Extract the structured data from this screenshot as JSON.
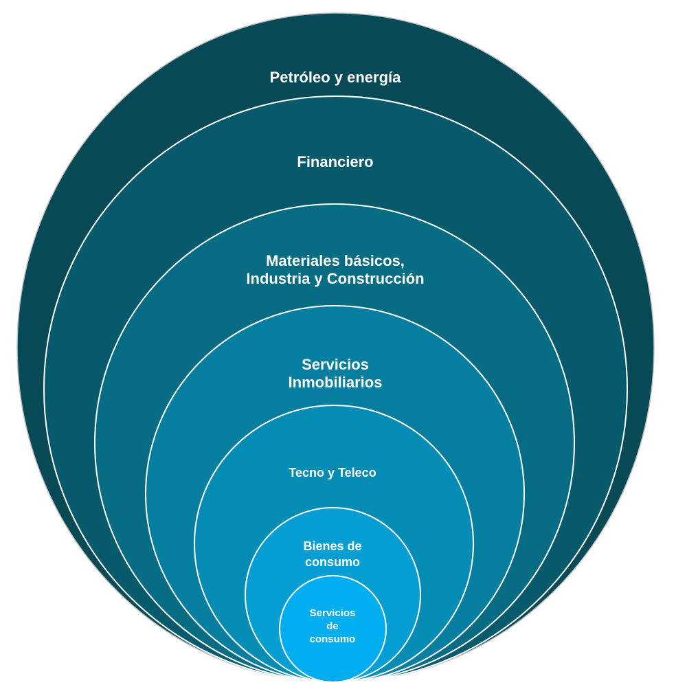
{
  "diagram": {
    "type": "nested-circles",
    "levels": [
      {
        "label": "Petróleo y energía",
        "color": "#074a56"
      },
      {
        "label": "Financiero",
        "color": "#065a6c"
      },
      {
        "label": "Materiales básicos,\nIndustria y Construcción",
        "color": "#066c84"
      },
      {
        "label": "Servicios\nInmobiliarios",
        "color": "#057e9f"
      },
      {
        "label": "Tecno y  Teleco",
        "color": "#058cb5"
      },
      {
        "label": "Bienes de\nconsumo",
        "color": "#049ed3"
      },
      {
        "label": "Servicios\nde\nconsumo",
        "color": "#00aeef"
      }
    ],
    "outline_color": "#ffffff"
  }
}
